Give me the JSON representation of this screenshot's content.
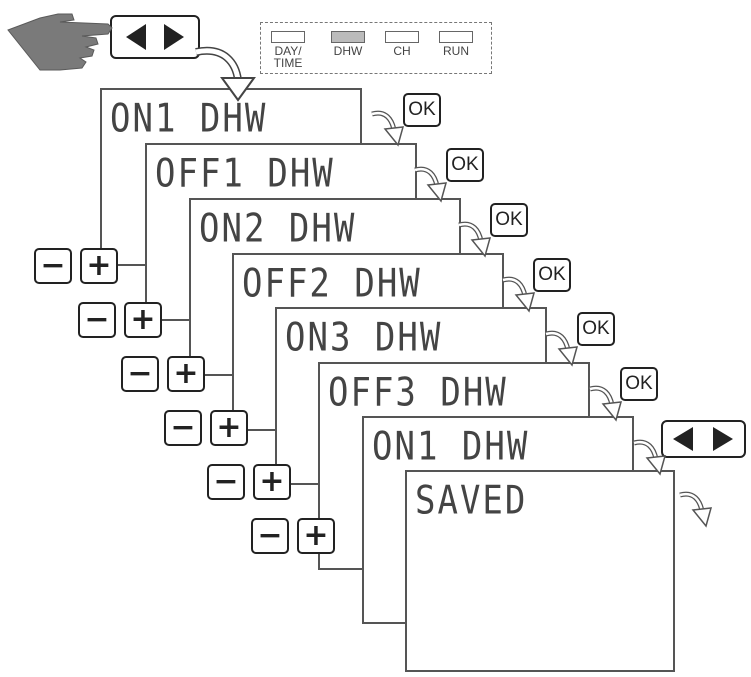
{
  "mode_panel": {
    "items": [
      {
        "label": "DAY/",
        "label2": "TIME",
        "lit": false
      },
      {
        "label": "DHW",
        "label2": "",
        "lit": true
      },
      {
        "label": "CH",
        "label2": "",
        "lit": false
      },
      {
        "label": "RUN",
        "label2": "",
        "lit": false
      }
    ],
    "lit_color": "#bbbbbb"
  },
  "screens": [
    {
      "text": "ON1 DHW"
    },
    {
      "text": "OFF1 DHW"
    },
    {
      "text": "ON2 DHW"
    },
    {
      "text": "OFF2 DHW"
    },
    {
      "text": "ON3 DHW"
    },
    {
      "text": "OFF3 DHW"
    },
    {
      "text": "ON1 DHW"
    },
    {
      "text": "SAVED"
    }
  ],
  "ok_label": "OK",
  "minus_label": "−",
  "plus_label": "+",
  "icons": [
    "hand-pointer-icon",
    "left-triangle-icon",
    "right-triangle-icon",
    "curved-arrow-icon"
  ]
}
